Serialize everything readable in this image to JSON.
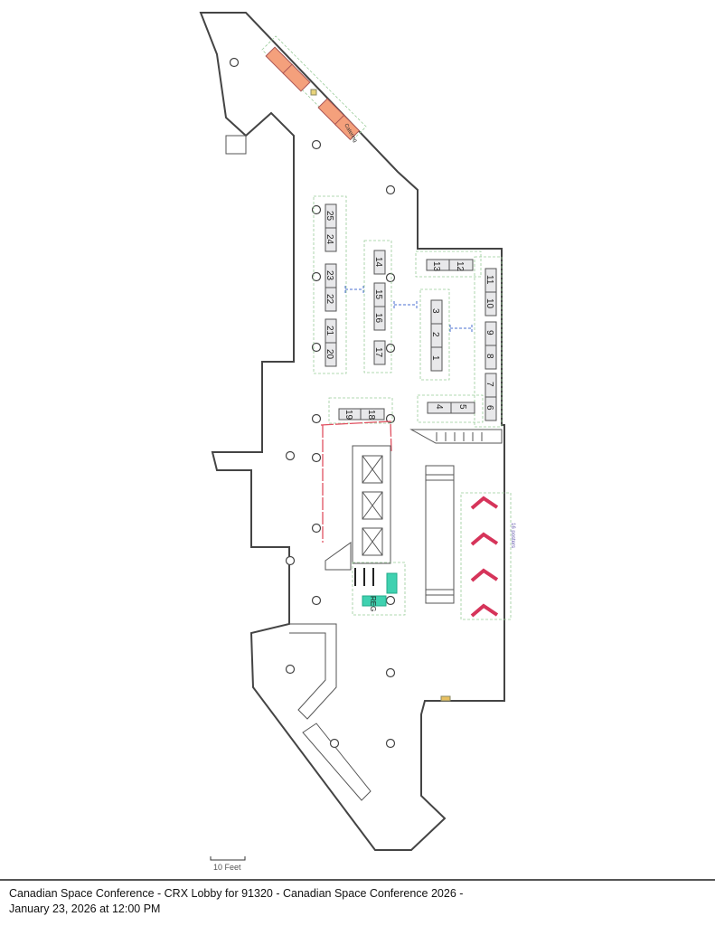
{
  "floorplan": {
    "tables": [
      "1",
      "2",
      "3",
      "4",
      "5",
      "6",
      "7",
      "8",
      "9",
      "10",
      "11",
      "12",
      "13",
      "14",
      "15",
      "16",
      "17",
      "18",
      "19",
      "20",
      "21",
      "22",
      "23",
      "24",
      "25"
    ],
    "catering_label": "Catering",
    "registration_label": "REG",
    "posters_label": "16 posters",
    "scale_label": "10 Feet"
  },
  "colors": {
    "catering": "#f4a07c",
    "registration": "#3fd1b0",
    "poster": "#d6345a",
    "stanchion": "#e05060",
    "dimension": "#4a6fd0"
  },
  "footer": {
    "line1": "Canadian Space Conference - CRX Lobby for 91320 - Canadian Space Conference 2026 -",
    "line2": "January 23, 2026 at 12:00 PM"
  }
}
